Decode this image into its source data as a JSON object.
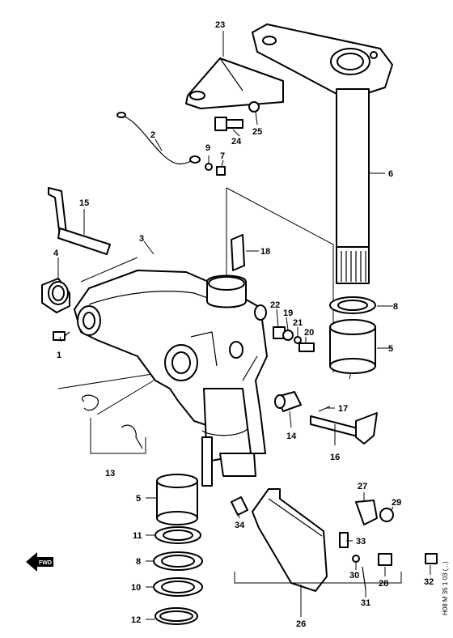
{
  "callouts": [
    {
      "label": "1"
    },
    {
      "label": "2"
    },
    {
      "label": "3"
    },
    {
      "label": "4"
    },
    {
      "label": "5"
    },
    {
      "label": "5"
    },
    {
      "label": "6"
    },
    {
      "label": "7"
    },
    {
      "label": "8"
    },
    {
      "label": "8"
    },
    {
      "label": "9"
    },
    {
      "label": "10"
    },
    {
      "label": "11"
    },
    {
      "label": "12"
    },
    {
      "label": "13"
    },
    {
      "label": "14"
    },
    {
      "label": "15"
    },
    {
      "label": "16"
    },
    {
      "label": "17"
    },
    {
      "label": "18"
    },
    {
      "label": "19"
    },
    {
      "label": "20"
    },
    {
      "label": "21"
    },
    {
      "label": "22"
    },
    {
      "label": "23"
    },
    {
      "label": "24"
    },
    {
      "label": "25"
    },
    {
      "label": "26"
    },
    {
      "label": "27"
    },
    {
      "label": "28"
    },
    {
      "label": "29"
    },
    {
      "label": "30"
    },
    {
      "label": "31"
    },
    {
      "label": "32"
    },
    {
      "label": "33"
    },
    {
      "label": "34"
    }
  ],
  "fwd_label": "FWD",
  "drawing_code": "H08 M 35 1 03 (...)"
}
